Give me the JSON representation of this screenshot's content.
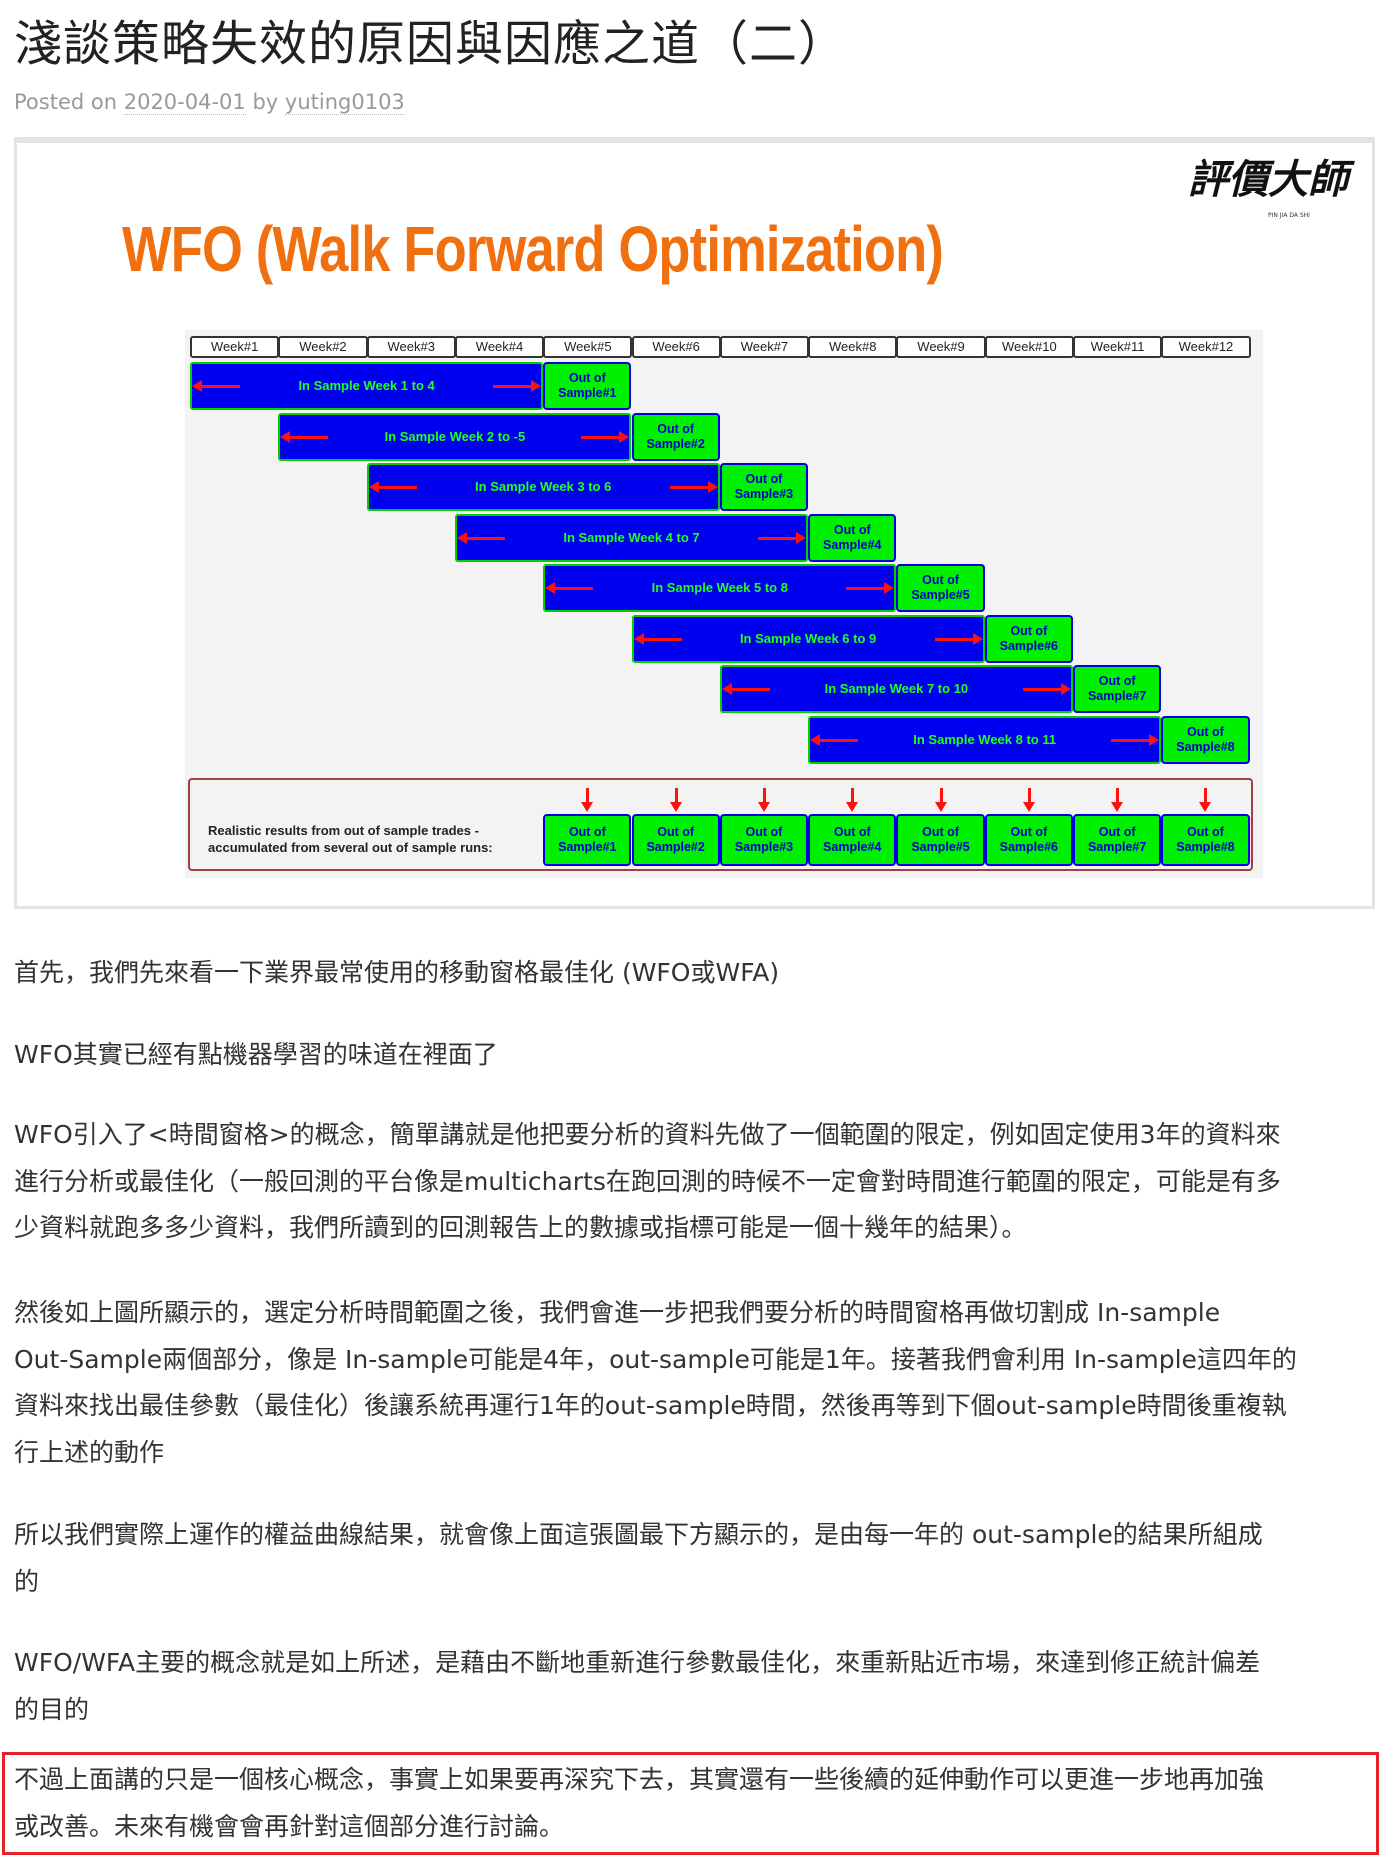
{
  "post": {
    "title": "淺談策略失效的原因與因應之道（二）",
    "posted_on_label": "Posted on",
    "date": "2020-04-01",
    "by_label": "by",
    "author": "yuting0103"
  },
  "figure": {
    "title": "WFO (Walk Forward Optimization)",
    "logo_text": "評價大師",
    "logo_subtext": "PIN JIA DA SHI",
    "colors": {
      "in_sample": "#0000f0",
      "out_of_sample": "#00f000",
      "arrow": "#ff1010",
      "title": "#f07010"
    },
    "weeks": [
      "Week#1",
      "Week#2",
      "Week#3",
      "Week#4",
      "Week#5",
      "Week#6",
      "Week#7",
      "Week#8",
      "Week#9",
      "Week#10",
      "Week#11",
      "Week#12"
    ],
    "rows": [
      {
        "in_sample": "In Sample Week 1 to 4",
        "out_line1": "Out of",
        "out_line2": "Sample#1"
      },
      {
        "in_sample": "In Sample Week 2 to -5",
        "out_line1": "Out of",
        "out_line2": "Sample#2"
      },
      {
        "in_sample": "In Sample Week 3 to 6",
        "out_line1": "Out of",
        "out_line2": "Sample#3"
      },
      {
        "in_sample": "In Sample Week 4 to 7",
        "out_line1": "Out of",
        "out_line2": "Sample#4"
      },
      {
        "in_sample": "In Sample Week 5 to 8",
        "out_line1": "Out of",
        "out_line2": "Sample#5"
      },
      {
        "in_sample": "In Sample Week 6 to 9",
        "out_line1": "Out of",
        "out_line2": "Sample#6"
      },
      {
        "in_sample": "In Sample Week 7 to 10",
        "out_line1": "Out of",
        "out_line2": "Sample#7"
      },
      {
        "in_sample": "In Sample Week 8 to 11",
        "out_line1": "Out of",
        "out_line2": "Sample#8"
      }
    ],
    "result_line1": "Realistic results from out of sample trades -",
    "result_line2": "accumulated from several out of sample runs:"
  },
  "paragraphs": [
    [
      "首先，我們先來看一下業界最常使用的移動窗格最佳化 (WFO或WFA)"
    ],
    [
      "WFO其實已經有點機器學習的味道在裡面了"
    ],
    [
      "WFO引入了<時間窗格>的概念，簡單講就是他把要分析的資料先做了一個範圍的限定，例如固定使用3年的資料來",
      "進行分析或最佳化（一般回測的平台像是multicharts在跑回測的時候不一定會對時間進行範圍的限定，可能是有多",
      "少資料就跑多多少資料，我們所讀到的回測報告上的數據或指標可能是一個十幾年的結果）。"
    ],
    [
      "然後如上圖所顯示的，選定分析時間範圍之後，我們會進一步把我們要分析的時間窗格再做切割成 In-sample",
      "Out-Sample兩個部分，像是 In-sample可能是4年，out-sample可能是1年。接著我們會利用 In-sample這四年的",
      "資料來找出最佳參數（最佳化）後讓系統再運行1年的out-sample時間，然後再等到下個out-sample時間後重複執",
      "行上述的動作"
    ],
    [
      "所以我們實際上運作的權益曲線結果，就會像上面這張圖最下方顯示的，是由每一年的 out-sample的結果所組成",
      "的"
    ],
    [
      "WFO/WFA主要的概念就是如上所述，是藉由不斷地重新進行參數最佳化，來重新貼近市場，來達到修正統計偏差",
      "的目的"
    ],
    [
      "不過上面講的只是一個核心概念，事實上如果要再深究下去，其實還有一些後續的延伸動作可以更進一步地再加強",
      "或改善。未來有機會會再針對這個部分進行討論。"
    ]
  ]
}
